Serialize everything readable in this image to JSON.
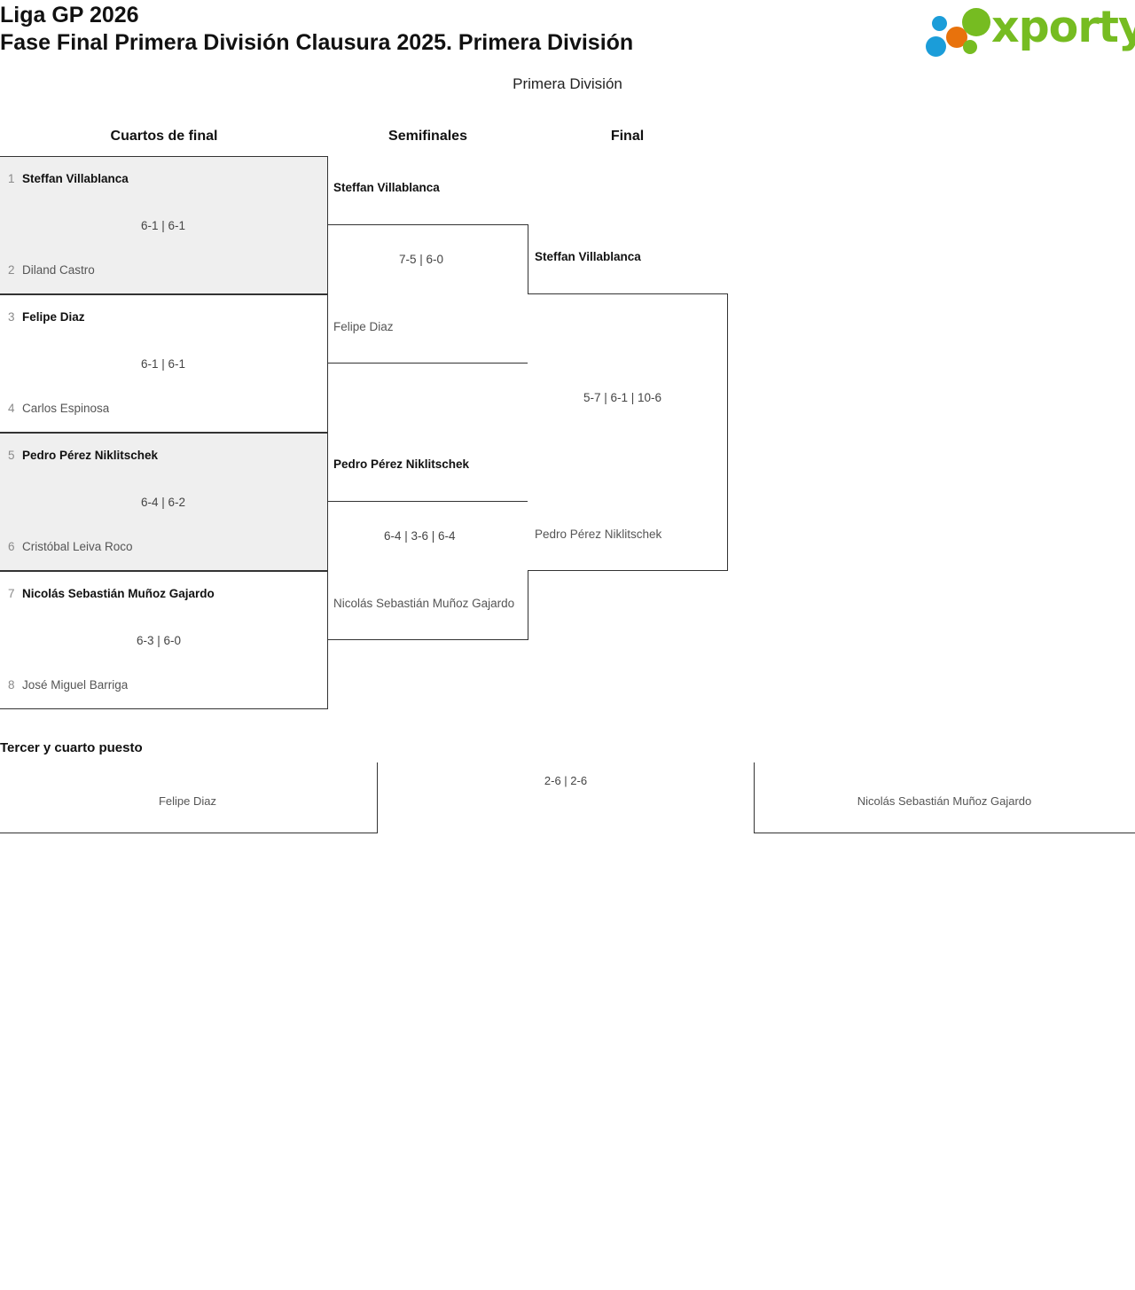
{
  "header": {
    "tournament": "Liga GP 2026",
    "phase": "Fase Final Primera División Clausura 2025. Primera División",
    "division": "Primera División"
  },
  "brand": {
    "name": "xporty",
    "colors": {
      "green": "#76bc21",
      "orange": "#e8720c",
      "blue": "#1b9dd9"
    }
  },
  "rounds": {
    "quarterfinals": "Cuartos de final",
    "semifinals": "Semifinales",
    "final": "Final"
  },
  "bracket": {
    "quarterfinals": [
      {
        "top": {
          "seed": "1",
          "name": "Steffan Villablanca",
          "winner": true
        },
        "bottom": {
          "seed": "2",
          "name": "Diland Castro",
          "winner": false
        },
        "score": "6-1 | 6-1",
        "shaded": true
      },
      {
        "top": {
          "seed": "3",
          "name": "Felipe Diaz",
          "winner": true
        },
        "bottom": {
          "seed": "4",
          "name": "Carlos Espinosa",
          "winner": false
        },
        "score": "6-1 | 6-1",
        "shaded": false
      },
      {
        "top": {
          "seed": "5",
          "name": "Pedro Pérez Niklitschek",
          "winner": true
        },
        "bottom": {
          "seed": "6",
          "name": "Cristóbal Leiva Roco",
          "winner": false
        },
        "score": "6-4 | 6-2",
        "shaded": true
      },
      {
        "top": {
          "seed": "7",
          "name": "Nicolás Sebastián Muñoz Gajardo",
          "winner": true
        },
        "bottom": {
          "seed": "8",
          "name": "José Miguel Barriga",
          "winner": false
        },
        "score": "6-3 | 6-0",
        "shaded": false
      }
    ],
    "semifinals": [
      {
        "top": {
          "name": "Steffan Villablanca",
          "winner": true
        },
        "bottom": {
          "name": "Felipe Diaz",
          "winner": false
        },
        "score": "7-5 | 6-0"
      },
      {
        "top": {
          "name": "Pedro Pérez Niklitschek",
          "winner": true
        },
        "bottom": {
          "name": "Nicolás Sebastián Muñoz Gajardo",
          "winner": false
        },
        "score": "6-4 | 3-6 | 6-4"
      }
    ],
    "final": {
      "top": {
        "name": "Steffan Villablanca",
        "winner": true
      },
      "bottom": {
        "name": "Pedro Pérez Niklitschek",
        "winner": false
      },
      "score": "5-7 | 6-1 | 10-6"
    }
  },
  "third_place": {
    "title": "Tercer y cuarto puesto",
    "left_player": "Felipe Diaz",
    "right_player": "Nicolás Sebastián Muñoz Gajardo",
    "score": "2-6 | 2-6"
  }
}
